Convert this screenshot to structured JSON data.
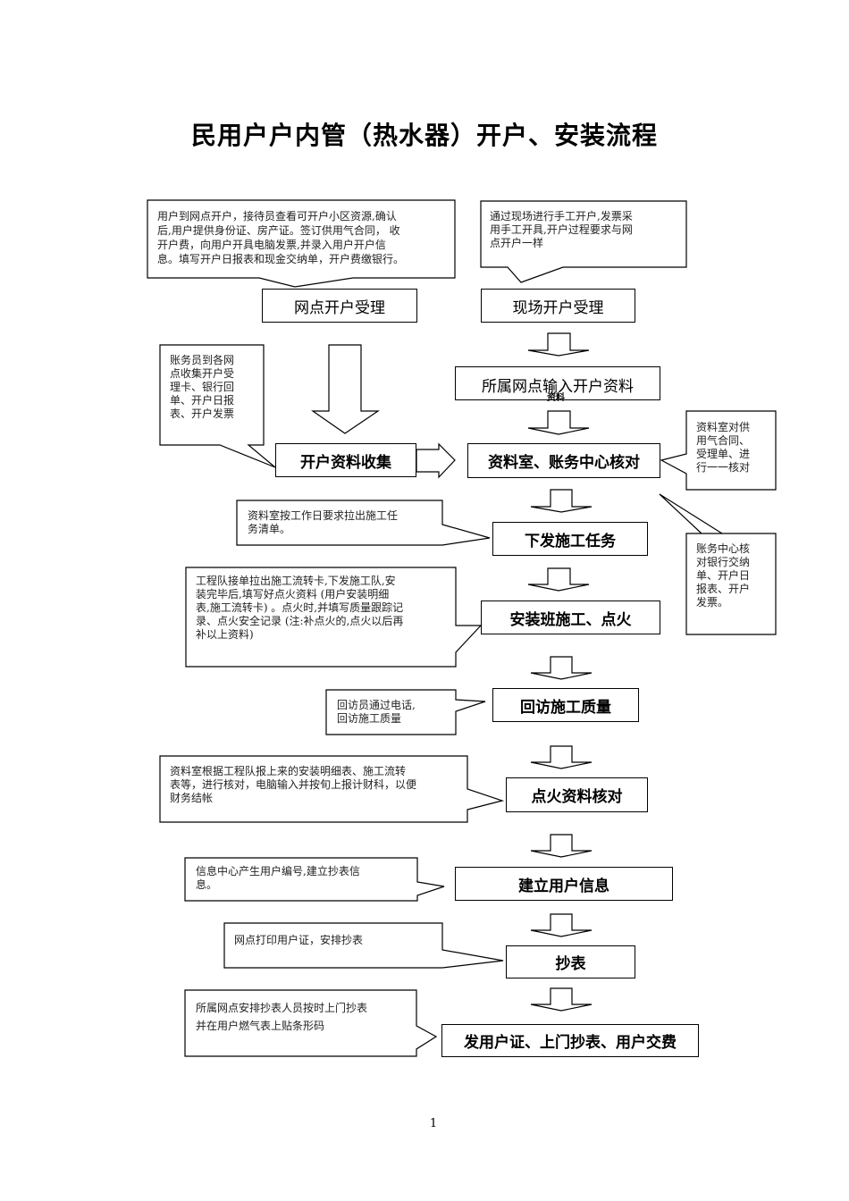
{
  "title": "民用户户内管（热水器）开户、安装流程",
  "steps": {
    "branch_office_acceptance": "网点开户受理",
    "onsite_acceptance": "现场开户受理",
    "branch_input": "所属网点输入开户资料",
    "branch_input_overflow": "资料",
    "data_collection": "开户资料收集",
    "verification": "资料室、账务中心核对",
    "dispatch_task": "下发施工任务",
    "install_ignite": "安装班施工、点火",
    "revisit_quality": "回访施工质量",
    "ignition_check": "点火资料核对",
    "create_user_info": "建立用户信息",
    "meter_reading": "抄表",
    "final_step": "发用户证、上门抄表、用户交费"
  },
  "notes": {
    "branch_office": [
      "用户到网点开户，接待员查看可开户小区资源,确认",
      "后,用户提供身份证、房产证。签订供用气合同， 收",
      "开户费，向用户开具电脑发票,并录入用户开户信",
      "息。填写开户日报表和现金交纳单，开户费缴银行。"
    ],
    "onsite": [
      "通过现场进行手工开户,发票采",
      "用手工开具,开户过程要求与网",
      "点开户一样"
    ],
    "accountant_collect": [
      "账务员到各网",
      "点收集开户受",
      "理卡、银行回",
      "单、开户日报",
      "表、开户发票"
    ],
    "records_room_check": [
      "资料室对供",
      "用气合同、",
      "受理单、进",
      "行一一核对"
    ],
    "finance_center_check": [
      "账务中心核",
      "对银行交纳",
      "单、开户日",
      "报表、开户",
      "发票。"
    ],
    "dispatch": [
      "资料室按工作日要求拉出施工任",
      "务清单。"
    ],
    "install": [
      "工程队接单拉出施工流转卡,下发施工队,安",
      "装完毕后,填写好点火资料 (用户安装明细",
      "表,施工流转卡) 。点火时,并填写质量跟踪记",
      "录、点火安全记录 (注:补点火的,点火以后再",
      "补以上资料)"
    ],
    "revisit": [
      "回访员通过电话,",
      "回访施工质量"
    ],
    "ignition": [
      "资料室根据工程队报上来的安装明细表、施工流转",
      "表等，进行核对，电脑输入并按旬上报计财科，以便",
      "财务结帐"
    ],
    "user_info": [
      "信息中心产生用户编号,建立抄表信",
      "息。"
    ],
    "print_cert": [
      "网点打印用户证，安排抄表"
    ],
    "meter_staff": [
      "所属网点安排抄表人员按时上门抄表",
      "并在用户燃气表上贴条形码"
    ]
  },
  "page_number": "1"
}
